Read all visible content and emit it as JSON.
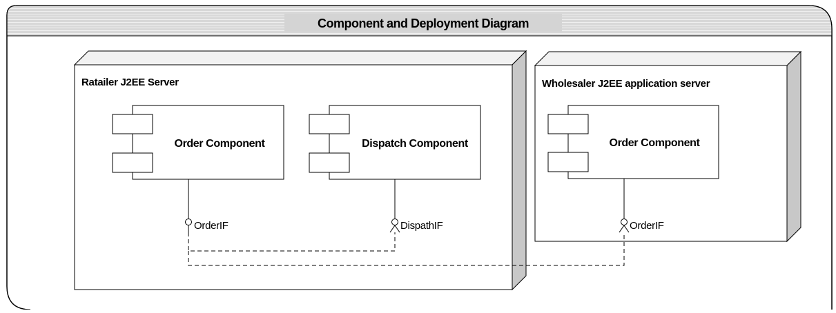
{
  "frame": {
    "title": "Component and Deployment Diagram"
  },
  "nodes": [
    {
      "name": "Ratailer J2EE Server",
      "components": [
        {
          "name": "Order Component",
          "interface": "OrderIF",
          "interface_kind": "provided"
        },
        {
          "name": "Dispatch Component",
          "interface": "DispathIF",
          "interface_kind": "required"
        }
      ]
    },
    {
      "name": "Wholesaler J2EE application server",
      "components": [
        {
          "name": "Order Component",
          "interface": "OrderIF",
          "interface_kind": "required"
        }
      ]
    }
  ],
  "colors": {
    "header_fill": "#d4d4d4",
    "header_stripe": "#ececec",
    "node_side": "#c6c6c6",
    "node_top": "#f4f4f4",
    "line": "#000000"
  }
}
